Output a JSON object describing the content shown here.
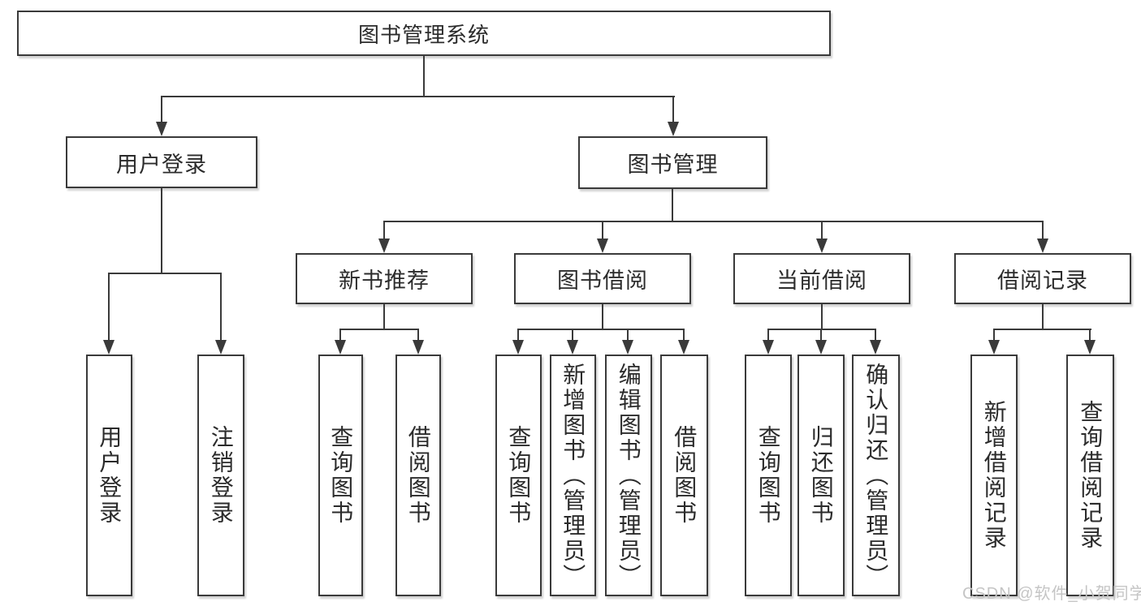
{
  "page": {
    "background": "#ffffff",
    "line_color": "#3a3a3a",
    "text_color": "#2b2b2b",
    "watermark": "CSDN @软件_小贺同学",
    "watermark_color": "#c5c5c5"
  },
  "tree": {
    "label": "图书管理系统",
    "children": [
      {
        "label": "用户登录",
        "children": [
          {
            "label": "用户登录"
          },
          {
            "label": "注销登录"
          }
        ]
      },
      {
        "label": "图书管理",
        "children": [
          {
            "label": "新书推荐",
            "children": [
              {
                "label": "查询图书"
              },
              {
                "label": "借阅图书"
              }
            ]
          },
          {
            "label": "图书借阅",
            "children": [
              {
                "label": "查询图书"
              },
              {
                "label": "新增图书（管理员）"
              },
              {
                "label": "编辑图书（管理员）"
              },
              {
                "label": "借阅图书"
              }
            ]
          },
          {
            "label": "当前借阅",
            "children": [
              {
                "label": "查询图书"
              },
              {
                "label": "归还图书"
              },
              {
                "label": "确认归还（管理员）"
              }
            ]
          },
          {
            "label": "借阅记录",
            "children": [
              {
                "label": "新增借阅记录"
              },
              {
                "label": "查询借阅记录"
              }
            ]
          }
        ]
      }
    ]
  }
}
